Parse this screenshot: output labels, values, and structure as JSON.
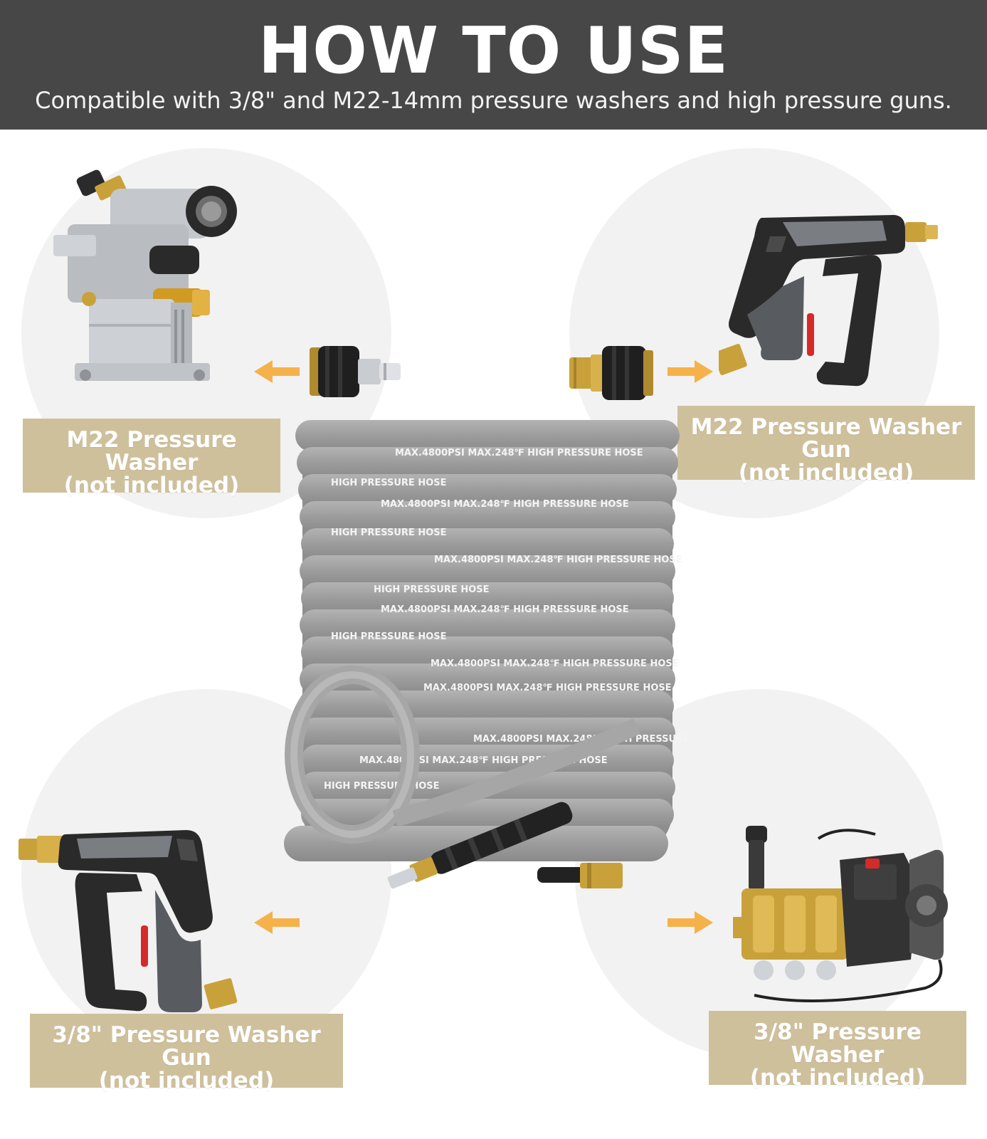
{
  "header": {
    "title": "HOW TO USE",
    "subtitle": "Compatible with 3/8\" and M22-14mm pressure washers and high pressure guns."
  },
  "labels": {
    "top_left": {
      "line1": "M22 Pressure Washer",
      "line2": "(not included)"
    },
    "top_right": {
      "line1": "M22 Pressure Washer Gun",
      "line2": "(not included)"
    },
    "bottom_left": {
      "line1": "3/8\" Pressure Washer Gun",
      "line2": "(not included)"
    },
    "bottom_right": {
      "line1": "3/8\" Pressure Washer",
      "line2": "(not included)"
    }
  },
  "hose_print": {
    "text_a": "MAX.4800PSI  MAX.248℉  HIGH PRESSURE HOSE",
    "text_b": "HIGH PRESSURE HOSE"
  },
  "colors": {
    "header_bg": "#474747",
    "label_bg": "#cfc09c",
    "arrow": "#f5b24a",
    "hose": "#a4a4a4",
    "circle_bg": "#f2f2f2",
    "brass": "#c9a13b"
  },
  "icons": [
    "pump-icon",
    "pressure-gun-icon",
    "adapter-icon",
    "arrow-left-icon",
    "arrow-right-icon",
    "hose-reel-icon"
  ]
}
